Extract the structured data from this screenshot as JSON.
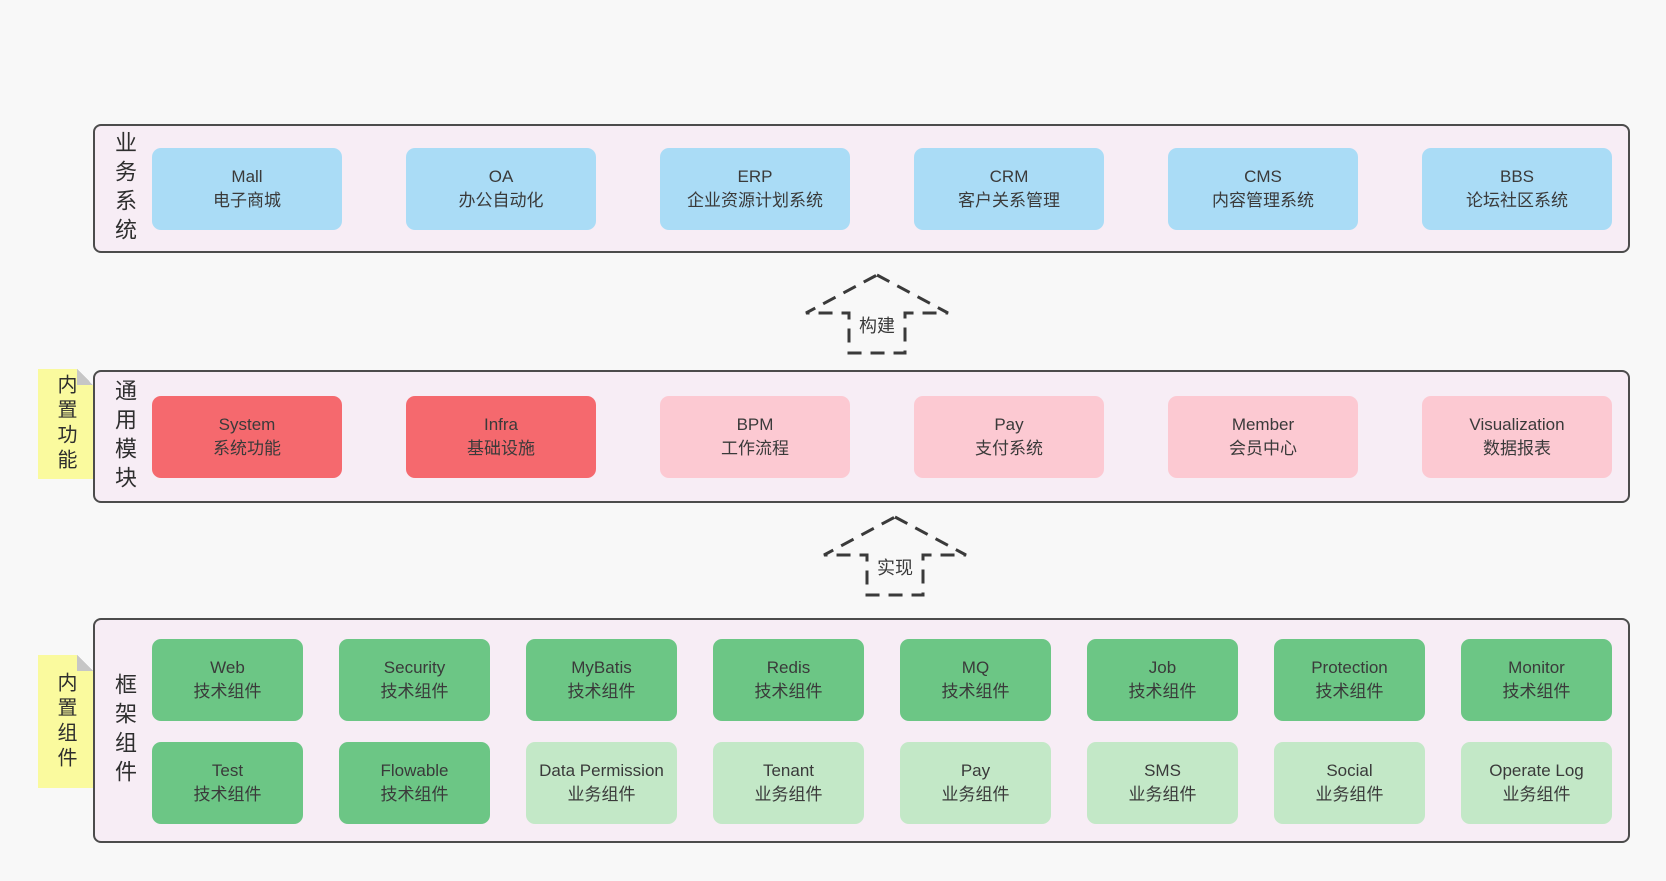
{
  "diagram": {
    "sections": [
      {
        "id": "business-systems",
        "label_vertical": "业务系统",
        "boxes": [
          {
            "title": "Mall",
            "subtitle": "电子商城"
          },
          {
            "title": "OA",
            "subtitle": "办公自动化"
          },
          {
            "title": "ERP",
            "subtitle": "企业资源计划系统"
          },
          {
            "title": "CRM",
            "subtitle": "客户关系管理"
          },
          {
            "title": "CMS",
            "subtitle": "内容管理系统"
          },
          {
            "title": "BBS",
            "subtitle": "论坛社区系统"
          }
        ]
      },
      {
        "id": "common-modules",
        "label_vertical": "通用模块",
        "sticky_note": "内置功能",
        "boxes": [
          {
            "title": "System",
            "subtitle": "系统功能",
            "highlight": true
          },
          {
            "title": "Infra",
            "subtitle": "基础设施",
            "highlight": true
          },
          {
            "title": "BPM",
            "subtitle": "工作流程",
            "highlight": false
          },
          {
            "title": "Pay",
            "subtitle": "支付系统",
            "highlight": false
          },
          {
            "title": "Member",
            "subtitle": "会员中心",
            "highlight": false
          },
          {
            "title": "Visualization",
            "subtitle": "数据报表",
            "highlight": false
          }
        ]
      },
      {
        "id": "framework-components",
        "label_vertical": "框架组件",
        "sticky_note": "内置组件",
        "rows": [
          {
            "boxes": [
              {
                "title": "Web",
                "subtitle": "技术组件"
              },
              {
                "title": "Security",
                "subtitle": "技术组件"
              },
              {
                "title": "MyBatis",
                "subtitle": "技术组件"
              },
              {
                "title": "Redis",
                "subtitle": "技术组件"
              },
              {
                "title": "MQ",
                "subtitle": "技术组件"
              },
              {
                "title": "Job",
                "subtitle": "技术组件"
              },
              {
                "title": "Protection",
                "subtitle": "技术组件"
              },
              {
                "title": "Monitor",
                "subtitle": "技术组件"
              }
            ]
          },
          {
            "boxes": [
              {
                "title": "Test",
                "subtitle": "技术组件"
              },
              {
                "title": "Flowable",
                "subtitle": "技术组件"
              },
              {
                "title": "Data Permission",
                "subtitle": "业务组件"
              },
              {
                "title": "Tenant",
                "subtitle": "业务组件"
              },
              {
                "title": "Pay",
                "subtitle": "业务组件"
              },
              {
                "title": "SMS",
                "subtitle": "业务组件"
              },
              {
                "title": "Social",
                "subtitle": "业务组件"
              },
              {
                "title": "Operate Log",
                "subtitle": "业务组件"
              }
            ]
          }
        ]
      }
    ],
    "arrows": [
      {
        "id": "build",
        "label": "构建"
      },
      {
        "id": "implement",
        "label": "实现"
      }
    ],
    "palette": {
      "page_bg": "#f8f8f8",
      "panel_bg": "#f7edf5",
      "panel_border": "#4c4c4c",
      "business_box_blue": "#aadcf6",
      "module_highlight_red": "#f5696e",
      "module_pink": "#fcc9d2",
      "tech_component_green": "#6cc685",
      "biz_component_green_light": "#c3e8c7",
      "sticky_note_yellow": "#fafa9e",
      "text": "#3a3a3a"
    }
  }
}
